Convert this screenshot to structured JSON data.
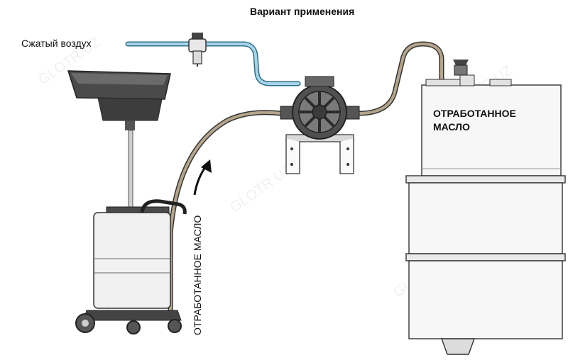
{
  "title": "Вариант применения",
  "labels": {
    "compressed_air": "Сжатый воздух",
    "tank_line1": "ОТРАБОТАННОЕ",
    "tank_line2": "МАСЛО",
    "hose_vertical": "ОТРАБОТАННОЕ МАСЛО"
  },
  "watermark": "GLOTR.UZ",
  "colors": {
    "air_line": "#a9d3e6",
    "oil_hose": "#b5a58b",
    "equipment_dark": "#4a4a4a",
    "outline": "#333333"
  },
  "icons": [
    "flow-arrow-icon"
  ]
}
